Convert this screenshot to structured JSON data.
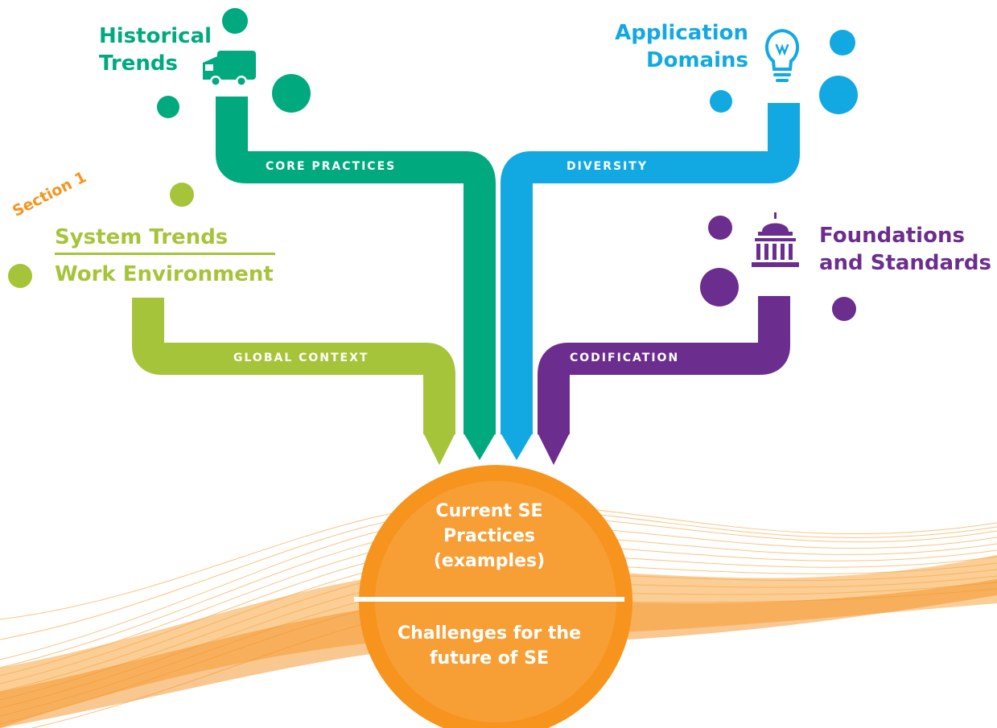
{
  "colors": {
    "green": "#00aa7e",
    "blue": "#12a9e3",
    "lime": "#a6c43a",
    "purple": "#6c2e8e",
    "orange": "#f7941d"
  },
  "section_label": "Section 1",
  "topics": {
    "historical": {
      "line1": "Historical",
      "line2": "Trends",
      "icon": "truck-icon"
    },
    "application": {
      "line1": "Application",
      "line2": "Domains",
      "icon": "lightbulb-icon"
    },
    "system": {
      "line1": "System Trends",
      "line2": "Work Environment"
    },
    "foundations": {
      "line1": "Foundations",
      "line2": "and Standards",
      "icon": "capitol-icon"
    }
  },
  "bands": {
    "core": "CORE PRACTICES",
    "diversity": "DIVERSITY",
    "global": "GLOBAL CONTEXT",
    "codification": "CODIFICATION"
  },
  "center": {
    "top_line1": "Current SE",
    "top_line2": "Practices",
    "top_line3": "(examples)",
    "bottom_line1": "Challenges for the",
    "bottom_line2": "future of SE"
  }
}
